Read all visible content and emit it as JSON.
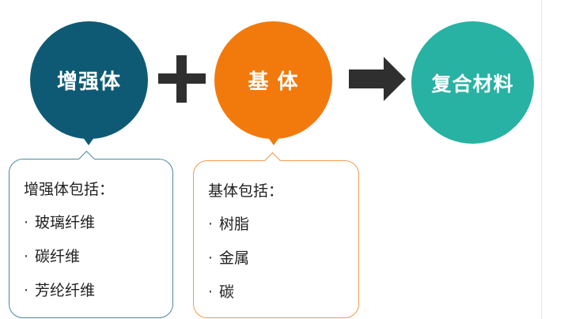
{
  "colors": {
    "reinforcement": "#0e5a75",
    "matrix": "#f27a0c",
    "composite": "#27b2a3",
    "operator": "#2f2f2f",
    "box1_border": "#4a8a9c",
    "box2_border": "#f39a4a"
  },
  "circles": {
    "reinforcement_label": "增强体",
    "matrix_label": "基 体",
    "composite_label": "复合材料"
  },
  "operators": {
    "plus": "plus-icon",
    "arrow": "arrow-right-icon"
  },
  "reinforcement_box": {
    "title": "增强体包括：",
    "bullet": "·",
    "items": [
      "玻璃纤维",
      "碳纤维",
      "芳纶纤维"
    ]
  },
  "matrix_box": {
    "title": "基体包括：",
    "bullet": "·",
    "items": [
      "树脂",
      "金属",
      "碳"
    ]
  }
}
